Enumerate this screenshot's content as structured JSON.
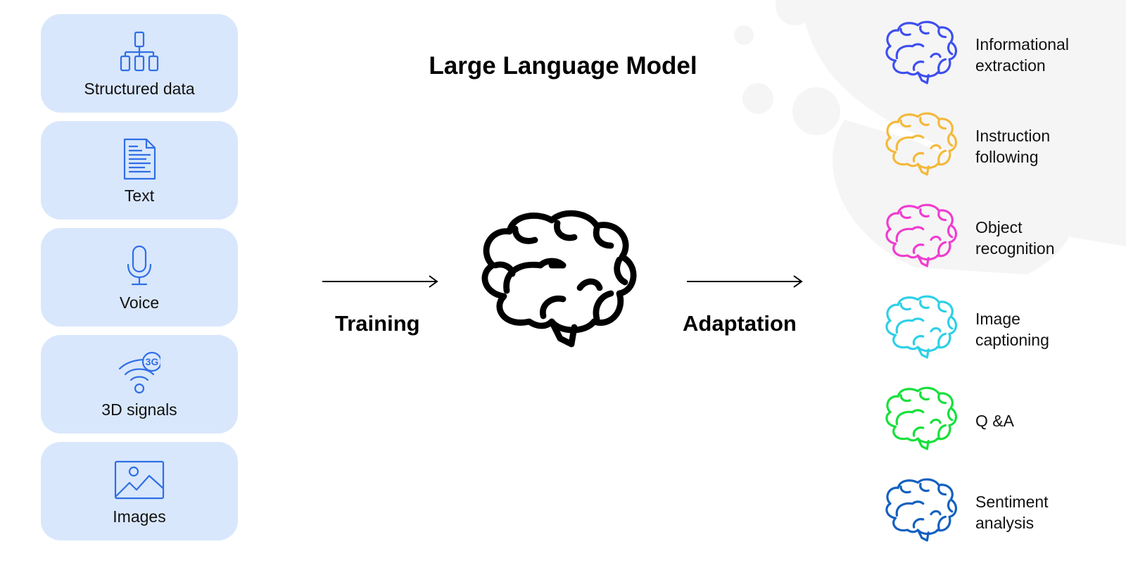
{
  "title": "Large Language Model",
  "inputs": [
    {
      "label": "Structured data",
      "icon": "structured-data-icon"
    },
    {
      "label": "Text",
      "icon": "document-icon"
    },
    {
      "label": "Voice",
      "icon": "microphone-icon"
    },
    {
      "label": "3D signals",
      "icon": "wifi-3g-icon"
    },
    {
      "label": "Images",
      "icon": "image-icon"
    }
  ],
  "stages": {
    "training": "Training",
    "adaptation": "Adaptation"
  },
  "outputs": [
    {
      "line1": "Informational",
      "line2": "extraction",
      "color": "#3d4ff0"
    },
    {
      "line1": "Instruction",
      "line2": "following",
      "color": "#f3b93b"
    },
    {
      "line1": "Object",
      "line2": "recognition",
      "color": "#f03ccf"
    },
    {
      "line1": "Image",
      "line2": "captioning",
      "color": "#2dd0e6"
    },
    {
      "line1": "Q &A",
      "line2": "",
      "color": "#16e03a"
    },
    {
      "line1": "Sentiment",
      "line2": "analysis",
      "color": "#1260bf"
    }
  ],
  "colors": {
    "card_bg": "#d9e7fc",
    "icon_blue": "#2f6fe6",
    "brain_main": "#000000"
  }
}
